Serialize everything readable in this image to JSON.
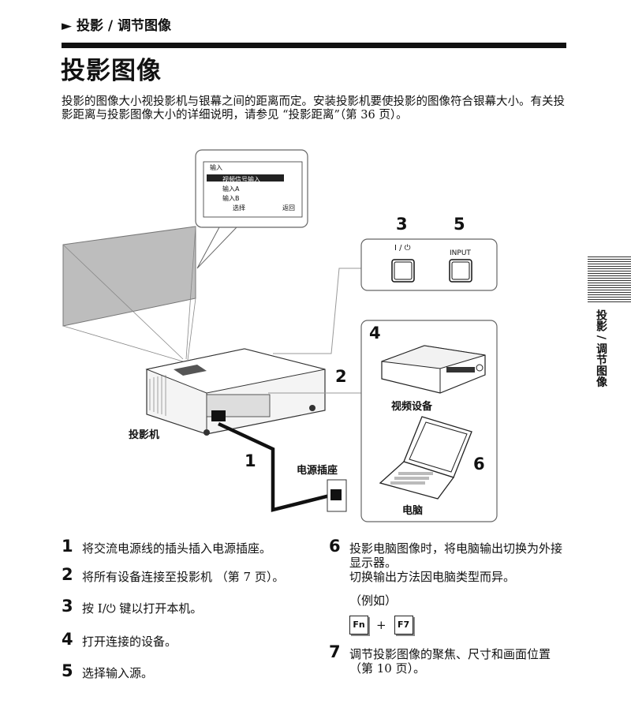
{
  "breadcrumb": "► 投影 / 调节图像",
  "title": "投影图像",
  "intro": "投影的图像大小视投影机与银幕之间的距离而定。安装投影机要使投影的图像符合银幕大小。有关投影距离与投影图像大小的详细说明，请参见 “投影距离”（第 36 页）。",
  "side_tab": "投影 / 调节图像",
  "diagram": {
    "menu_title": "输入",
    "menu_items": [
      "视频信号输入",
      "输入A",
      "输入B"
    ],
    "menu_footer_select": "选择",
    "menu_footer_return": "返回",
    "projector_label": "投影机",
    "outlet_label": "电源插座",
    "video_label": "视频设备",
    "pc_label": "电脑",
    "power_symbol": "I / ⏻",
    "input_label": "INPUT",
    "callouts": [
      "1",
      "2",
      "3",
      "4",
      "5",
      "6"
    ]
  },
  "steps_left": [
    {
      "num": "1",
      "text": "将交流电源线的插头插入电源插座。"
    },
    {
      "num": "2",
      "text": "将所有设备连接至投影机 （第 7 页）。"
    },
    {
      "num": "3",
      "text": "按 I/⏻ 键以打开本机。"
    },
    {
      "num": "4",
      "text": "打开连接的设备。"
    },
    {
      "num": "5",
      "text": "选择输入源。"
    }
  ],
  "steps_right": [
    {
      "num": "6",
      "text": "投影电脑图像时，将电脑输出切换为外接显示器。",
      "sub": "切换输出方法因电脑类型而异。",
      "example": "（例如）",
      "key1": "Fn",
      "plus": "+",
      "key2": "F7"
    },
    {
      "num": "7",
      "text": "调节投影图像的聚焦、尺寸和画面位置 （第 10 页）。"
    }
  ]
}
